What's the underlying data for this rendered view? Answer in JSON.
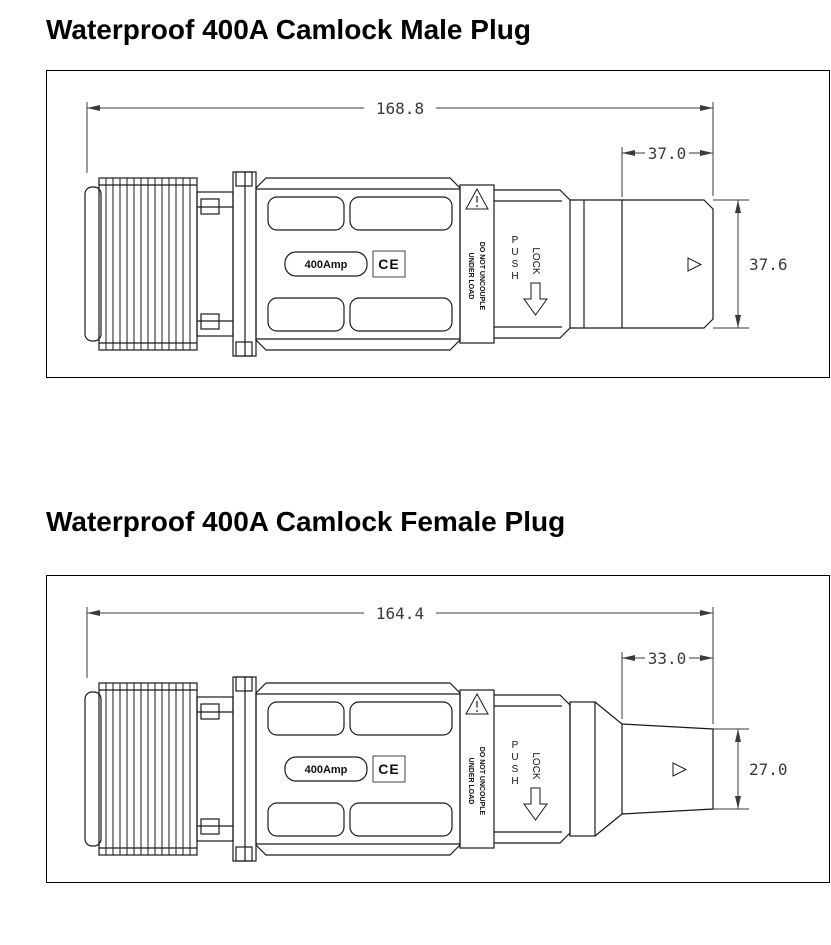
{
  "page": {
    "background": "#ffffff"
  },
  "sections": [
    {
      "title": "Waterproof 400A Camlock Male Plug",
      "dims": {
        "total_length": "168.8",
        "tip_length": "37.0",
        "tip_diameter": "37.6"
      },
      "labels": {
        "amp_rating": "400Amp",
        "ce_mark": "CE",
        "warning_line1": "DO NOT UNCOUPLE",
        "warning_line2": "UNDER LOAD",
        "push_letters": [
          "P",
          "U",
          "S",
          "H"
        ],
        "lock": "LOCK"
      }
    },
    {
      "title": "Waterproof 400A Camlock Female Plug",
      "dims": {
        "total_length": "164.4",
        "tip_length": "33.0",
        "tip_diameter": "27.0"
      },
      "labels": {
        "amp_rating": "400Amp",
        "ce_mark": "CE",
        "warning_line1": "DO NOT UNCOUPLE",
        "warning_line2": "UNDER LOAD",
        "push_letters": [
          "P",
          "U",
          "S",
          "H"
        ],
        "lock": "LOCK"
      }
    }
  ]
}
